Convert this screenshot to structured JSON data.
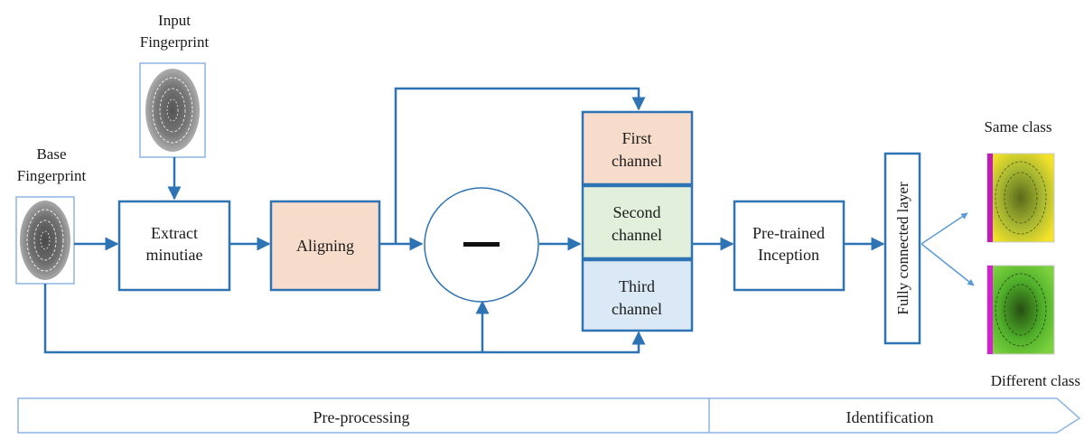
{
  "labels": {
    "input_fp": [
      "Input",
      "Fingerprint"
    ],
    "base_fp": [
      "Base",
      "Fingerprint"
    ],
    "extract": [
      "Extract",
      "minutiae"
    ],
    "aligning": "Aligning",
    "subtract_symbol": "—",
    "first": [
      "First",
      "channel"
    ],
    "second": [
      "Second",
      "channel"
    ],
    "third": [
      "Third",
      "channel"
    ],
    "inception": [
      "Pre-trained",
      "Inception"
    ],
    "fc": "Fully connected layer",
    "same": "Same class",
    "different": "Different class",
    "stage_pre": "Pre-processing",
    "stage_id": "Identification"
  },
  "colors": {
    "line": "#2e74b5",
    "aligning_fill": "#f8dccb",
    "first_fill": "#f8dccb",
    "second_fill": "#e2efda",
    "third_fill": "#dbe8f5"
  }
}
